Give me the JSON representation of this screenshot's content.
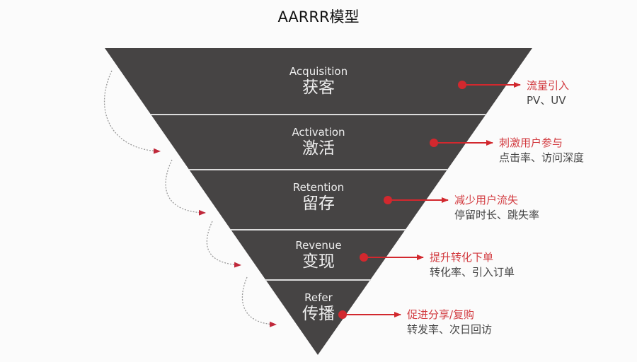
{
  "title": "AARRR模型",
  "colors": {
    "funnel": "#464444",
    "divider": "#dcdcdc",
    "accent": "#d2282e",
    "curve": "#999999"
  },
  "stages": [
    {
      "en": "Acquisition",
      "zh": "获客",
      "goal": "流量引入",
      "metric": "PV、UV"
    },
    {
      "en": "Activation",
      "zh": "激活",
      "goal": "刺激用户参与",
      "metric": "点击率、访问深度"
    },
    {
      "en": "Retention",
      "zh": "留存",
      "goal": "减少用户流失",
      "metric": "停留时长、跳失率"
    },
    {
      "en": "Revenue",
      "zh": "变现",
      "goal": "提升转化下单",
      "metric": "转化率、引入订单"
    },
    {
      "en": "Refer",
      "zh": "传播",
      "goal": "促进分享/复购",
      "metric": "转发率、次日回访"
    }
  ]
}
